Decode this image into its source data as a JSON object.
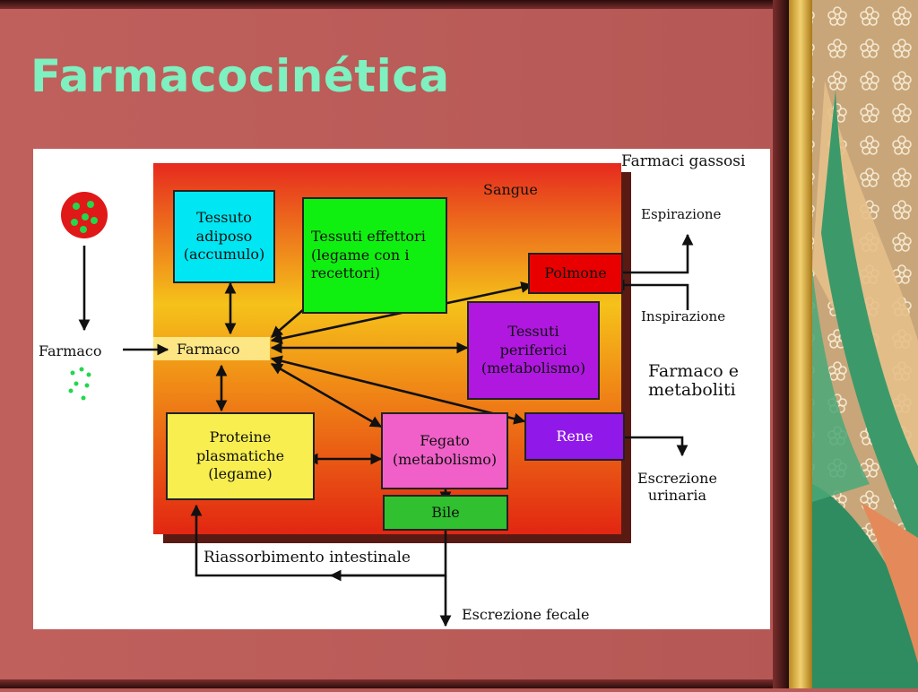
{
  "title": "Farmacocinética",
  "diagram": {
    "sangue": "Sangue",
    "farmaci_gassosi": "Farmaci gassosi",
    "farmaco_input": "Farmaco",
    "farmaco_center": "Farmaco",
    "boxes": {
      "tessuto_adiposo": "Tessuto\nadiposo\n(accumulo)",
      "tessuti_effettori": "Tessuti effettori\n(legame con i\nrecettori)",
      "polmone": "Polmone",
      "tessuti_periferici": "Tessuti\nperiferici\n(metabolismo)",
      "proteine": "Proteine\nplasmatiche\n(legame)",
      "fegato": "Fegato\n(metabolismo)",
      "rene": "Rene",
      "bile": "Bile"
    },
    "espirazione": "Espirazione",
    "inspirazione": "Inspirazione",
    "farmaco_metaboliti": "Farmaco e\nmetaboliti",
    "escrezione_urinaria": "Escrezione\nurinaria",
    "riassorbimento": "Riassorbimento intestinale",
    "escrezione_fecale": "Escrezione fecale",
    "colors": {
      "background_red": "#c0605d",
      "title": "#7ff0c0",
      "adipose": "#00e6f2",
      "effectors": "#10f010",
      "lung": "#e80000",
      "peripheral": "#b018e0",
      "proteins": "#f8ee50",
      "liver": "#f060c8",
      "kidney": "#9018e8",
      "bile": "#30c030"
    }
  }
}
